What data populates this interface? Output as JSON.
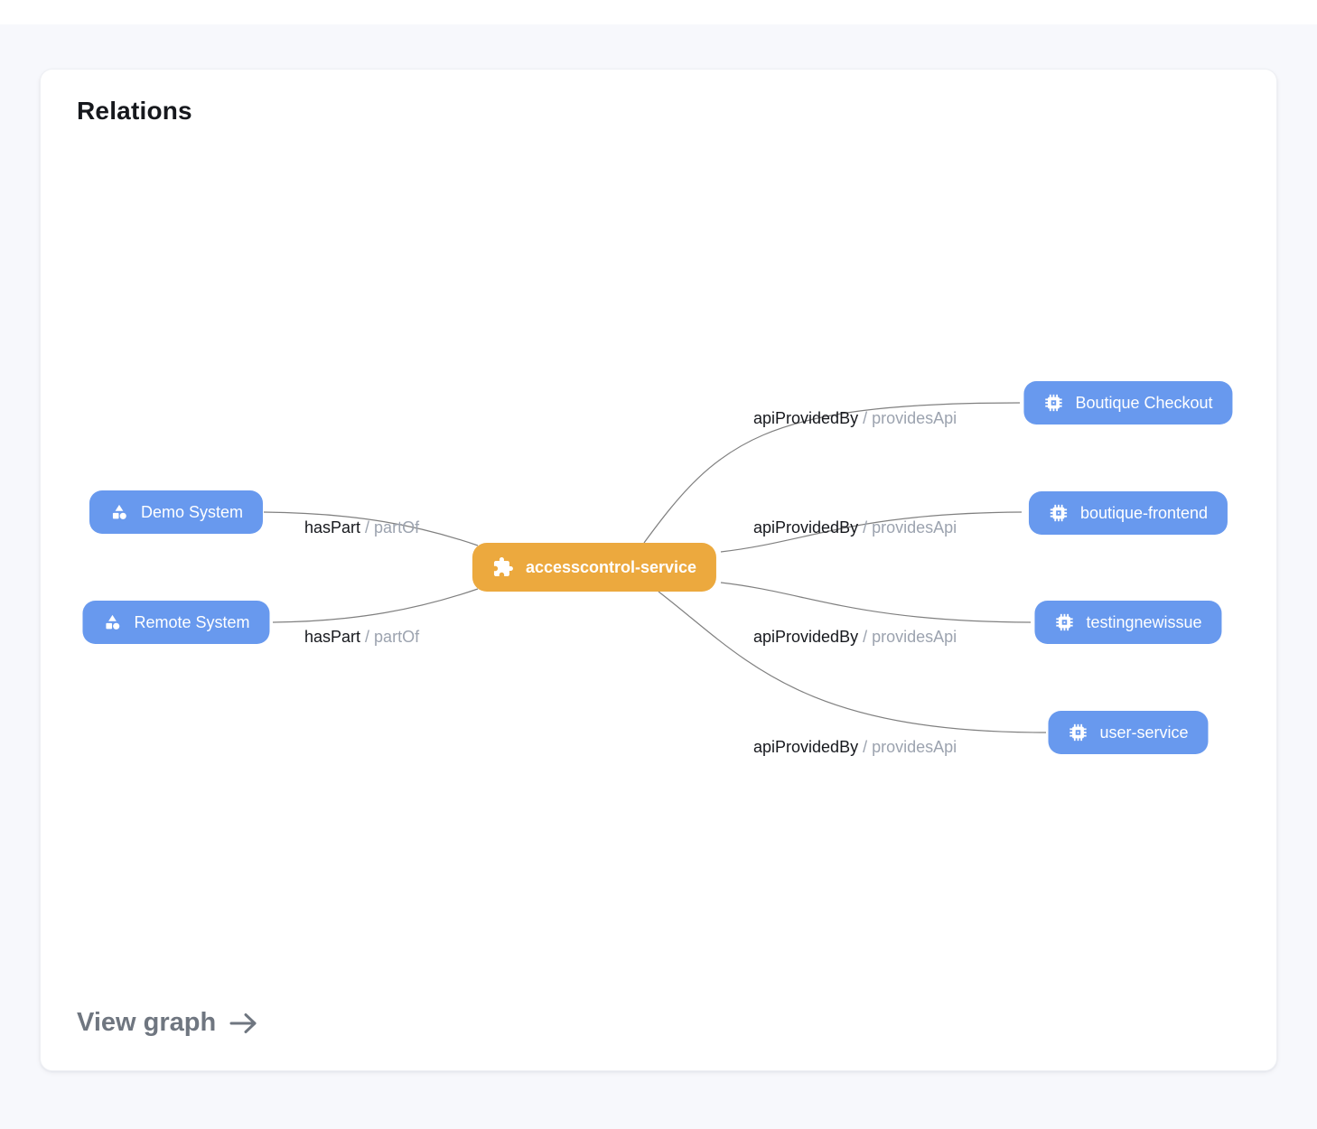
{
  "card": {
    "title": "Relations",
    "view_graph": {
      "label": "View graph",
      "icon": "arrow-right-icon"
    }
  },
  "graph": {
    "colors": {
      "entity_node": "#6899EE",
      "focus_node": "#ECA93E",
      "edge_line": "#808080",
      "edge_label_primary": "#16181D",
      "edge_label_secondary": "#9CA3AF"
    },
    "focus_node": {
      "label": "accesscontrol-service",
      "icon": "puzzle-piece-icon"
    },
    "left_nodes": [
      {
        "label": "Demo System",
        "icon": "shapes-icon"
      },
      {
        "label": "Remote System",
        "icon": "shapes-icon"
      }
    ],
    "right_nodes": [
      {
        "label": "Boutique Checkout",
        "icon": "chip-icon"
      },
      {
        "label": "boutique-frontend",
        "icon": "chip-icon"
      },
      {
        "label": "testingnewissue",
        "icon": "chip-icon"
      },
      {
        "label": "user-service",
        "icon": "chip-icon"
      }
    ],
    "edges": [
      {
        "from": "Demo System",
        "to": "accesscontrol-service",
        "label_primary": "hasPart",
        "label_secondary": "/ partOf"
      },
      {
        "from": "Remote System",
        "to": "accesscontrol-service",
        "label_primary": "hasPart",
        "label_secondary": "/ partOf"
      },
      {
        "from": "accesscontrol-service",
        "to": "Boutique Checkout",
        "label_primary": "apiProvidedBy",
        "label_secondary": "/ providesApi"
      },
      {
        "from": "accesscontrol-service",
        "to": "boutique-frontend",
        "label_primary": "apiProvidedBy",
        "label_secondary": "/ providesApi"
      },
      {
        "from": "accesscontrol-service",
        "to": "testingnewissue",
        "label_primary": "apiProvidedBy",
        "label_secondary": "/ providesApi"
      },
      {
        "from": "accesscontrol-service",
        "to": "user-service",
        "label_primary": "apiProvidedBy",
        "label_secondary": "/ providesApi"
      }
    ]
  }
}
